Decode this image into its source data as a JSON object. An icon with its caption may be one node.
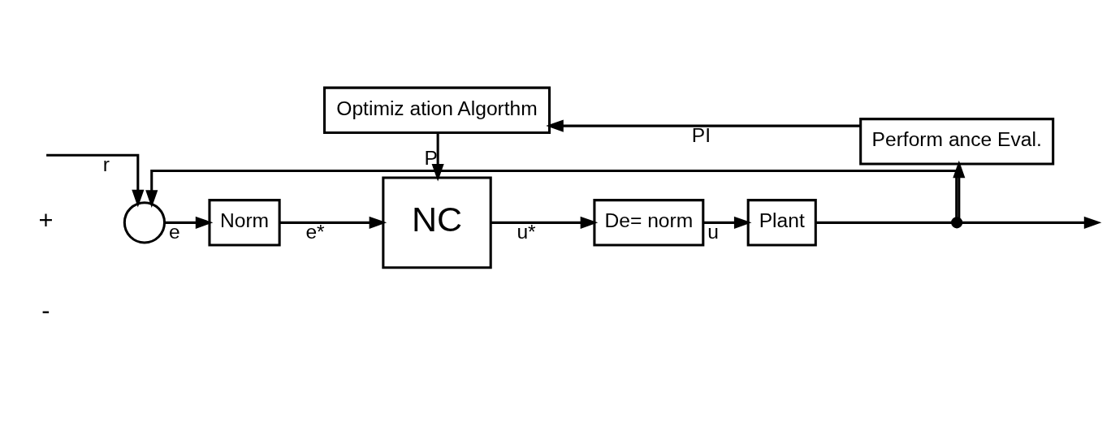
{
  "diagram": {
    "nodes": [
      {
        "text": [],
        "shape": "circle"
      },
      {
        "text": [
          "Norm"
        ]
      },
      {
        "text": [
          "NC"
        ]
      },
      {
        "text": [
          "De= norm"
        ]
      },
      {
        "text": [
          "Plant"
        ]
      },
      {
        "text": [
          "Optimiz ation Algorthm"
        ]
      },
      {
        "text": [
          "Perform ance Eval."
        ]
      },
      {
        "text": [],
        "shape": "dot"
      }
    ],
    "edges": [
      {
        "from": null,
        "to": 0,
        "arrow": "to",
        "label": "r"
      },
      {
        "from": 0,
        "to": 1,
        "arrow": "to",
        "label": "e"
      },
      {
        "from": 1,
        "to": 2,
        "arrow": "to",
        "label": "e*"
      },
      {
        "from": 2,
        "to": 3,
        "arrow": "to",
        "label": "u*"
      },
      {
        "from": 3,
        "to": 4,
        "arrow": "to",
        "label": "u"
      },
      {
        "from": 4,
        "to": 7,
        "arrow": "none"
      },
      {
        "from": 7,
        "to": null,
        "arrow": "to"
      },
      {
        "from": 7,
        "to": 0,
        "arrow": "to"
      },
      {
        "from": 7,
        "to": 6,
        "arrow": "to"
      },
      {
        "from": 6,
        "to": 5,
        "arrow": "to",
        "label": "PI"
      },
      {
        "from": 5,
        "to": 2,
        "arrow": "to",
        "label": "P"
      }
    ],
    "labels": [
      "+",
      "-"
    ]
  }
}
